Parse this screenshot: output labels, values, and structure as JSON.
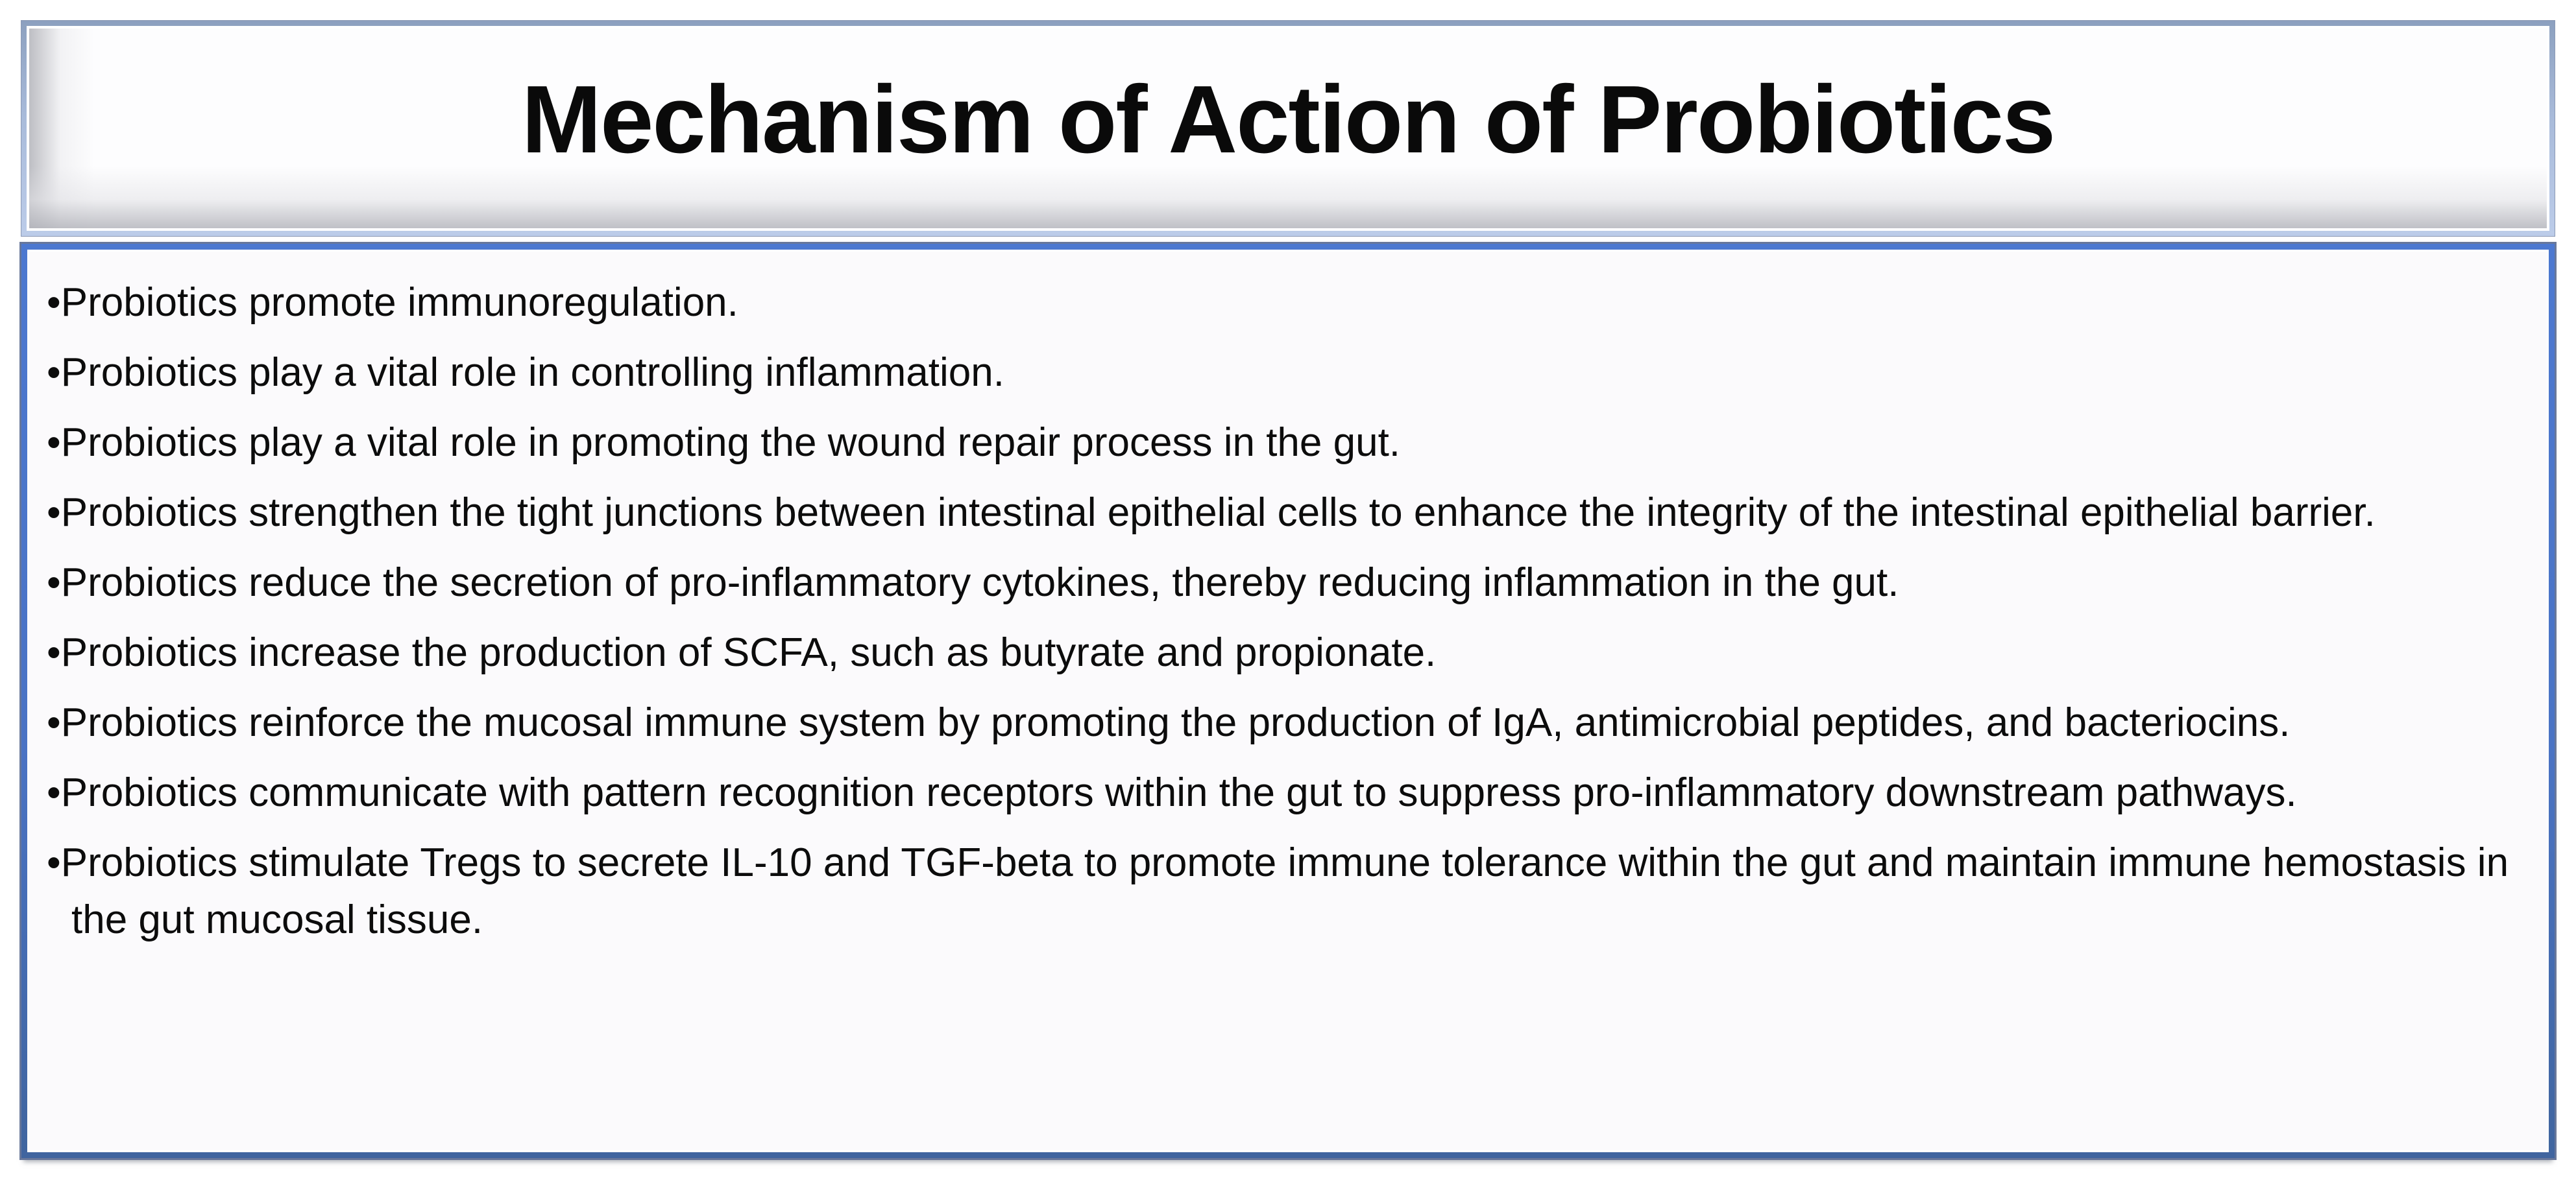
{
  "title": {
    "text": "Mechanism of Action of Probiotics"
  },
  "content": {
    "bullet_glyph": "•",
    "bullets": [
      "Probiotics promote immunoregulation.",
      "Probiotics play a vital role in controlling inflammation.",
      "Probiotics play a vital role in promoting the wound repair process in the gut.",
      "Probiotics strengthen the tight junctions between intestinal epithelial cells to enhance the integrity of the intestinal epithelial barrier.",
      "Probiotics reduce the secretion of pro-inflammatory cytokines, thereby reducing inflammation in the gut.",
      "Probiotics increase the production of SCFA, such as butyrate and propionate.",
      "Probiotics reinforce the mucosal immune system by promoting the production of IgA, antimicrobial peptides, and bacteriocins.",
      "Probiotics communicate with pattern recognition receptors within the gut to suppress pro-inflammatory downstream pathways.",
      "Probiotics stimulate Tregs to secrete IL-10 and TGF-beta to promote immune tolerance within the gut and maintain immune hemostasis in the gut mucosal tissue."
    ]
  },
  "colors": {
    "page_background": "#ffffff",
    "title_border_top": "#8ca0bf",
    "title_border_bottom": "#bccce9",
    "title_bevel_gray": "#b0b1b8",
    "content_border_top": "#4c78d0",
    "content_border_bottom": "#40659f",
    "content_outline": "#68779a",
    "content_background": "#fbfafc",
    "text": "#0c0c0c"
  }
}
